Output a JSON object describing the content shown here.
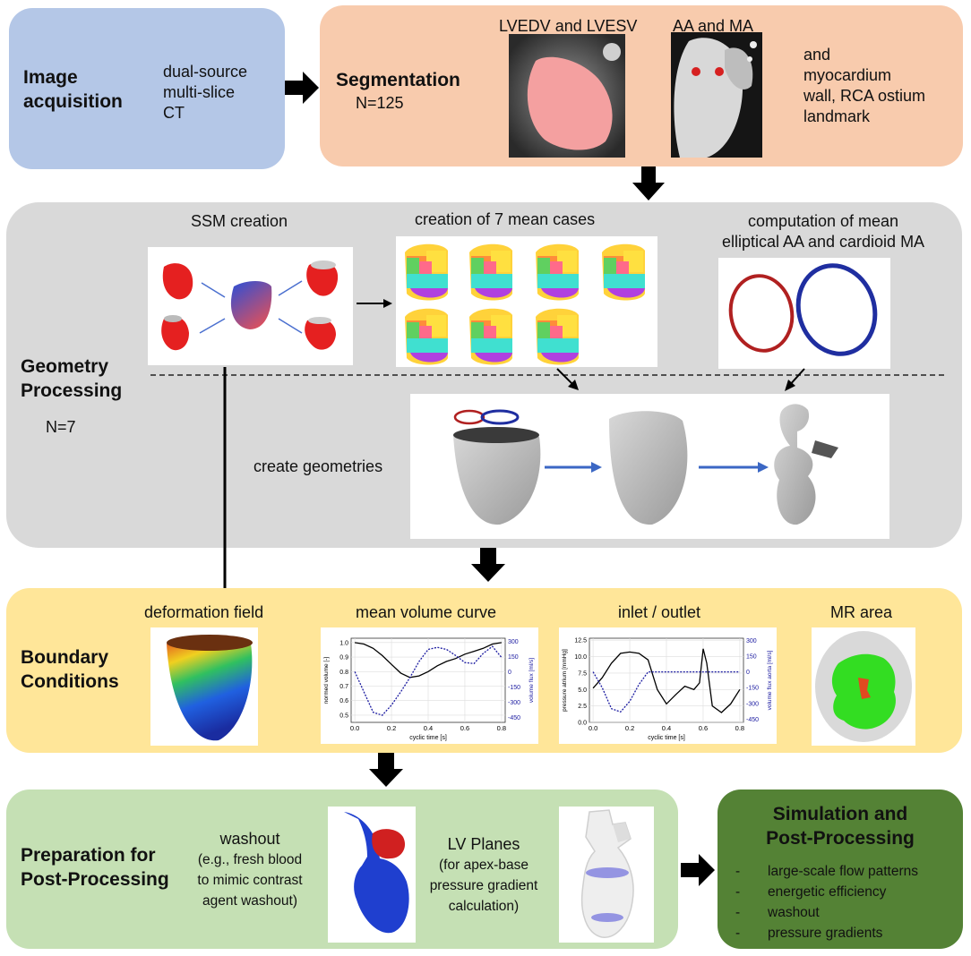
{
  "stage1": {
    "title_line1": "Image",
    "title_line2": "acquisition",
    "desc_line1": "dual-source",
    "desc_line2": "multi-slice",
    "desc_line3": "CT"
  },
  "stage2": {
    "title": "Segmentation",
    "count": "N=125",
    "img1_label": "LVEDV and LVESV",
    "img2_label": "AA and MA",
    "extra_line1": "and",
    "extra_line2": "myocardium",
    "extra_line3": "wall, RCA ostium",
    "extra_line4": "landmark"
  },
  "stage3": {
    "title_line1": "Geometry",
    "title_line2": "Processing",
    "count": "N=7",
    "ssm_label": "SSM creation",
    "mean_cases_label": "creation of 7 mean cases",
    "comp_label_line1": "computation of mean",
    "comp_label_line2": "elliptical AA and cardioid MA",
    "create_label": "create geometries"
  },
  "stage4": {
    "title_line1": "Boundary",
    "title_line2": "Conditions",
    "deform_label": "deformation field",
    "volume_label": "mean volume curve",
    "inlet_label": "inlet / outlet",
    "mr_label": "MR area"
  },
  "stage5": {
    "title_line1": "Preparation for",
    "title_line2": "Post-Processing",
    "washout_line1": "washout",
    "washout_line2": "(e.g., fresh blood",
    "washout_line3": "to mimic contrast",
    "washout_line4": "agent washout)",
    "planes_line1": "LV Planes",
    "planes_line2": "(for apex-base",
    "planes_line3": "pressure gradient",
    "planes_line4": "calculation)"
  },
  "stage6": {
    "title_line1": "Simulation and",
    "title_line2": "Post-Processing",
    "items": [
      "large-scale flow patterns",
      "energetic efficiency",
      "washout",
      "pressure gradients"
    ]
  },
  "colors": {
    "acq": "#b4c7e7",
    "seg": "#f8cbad",
    "geo": "#d9d9d9",
    "bc": "#ffe699",
    "prep": "#c5e0b4",
    "sim": "#548235"
  },
  "chart_data": [
    {
      "type": "line",
      "x": [
        0.0,
        0.05,
        0.1,
        0.15,
        0.2,
        0.25,
        0.3,
        0.35,
        0.4,
        0.45,
        0.5,
        0.55,
        0.6,
        0.65,
        0.7,
        0.75,
        0.8
      ],
      "series": [
        {
          "values": [
            1.0,
            0.99,
            0.96,
            0.91,
            0.85,
            0.79,
            0.76,
            0.77,
            0.8,
            0.84,
            0.87,
            0.89,
            0.92,
            0.94,
            0.96,
            0.99,
            1.0
          ],
          "axis": "left"
        },
        {
          "values": [
            0,
            -200,
            -400,
            -430,
            -330,
            -200,
            -60,
            100,
            220,
            240,
            220,
            160,
            90,
            80,
            180,
            250,
            140
          ],
          "axis": "right"
        }
      ],
      "xlabel": "cyclic time [s]",
      "ylabel": "normed volume [-]",
      "y2label": "volume flux [ml/s]",
      "xticks": [
        "0.0",
        "0.2",
        "0.4",
        "0.6",
        "0.8"
      ],
      "yticks": [
        "0.5",
        "0.6",
        "0.7",
        "0.8",
        "0.9",
        "1.0"
      ],
      "y2ticks": [
        "300",
        "150",
        "0",
        "-150",
        "-300",
        "-450"
      ],
      "xlim": [
        -0.02,
        0.82
      ],
      "ylim": [
        0.45,
        1.03
      ],
      "y2lim": [
        -500,
        330
      ],
      "grid": true
    },
    {
      "type": "line",
      "x": [
        0.0,
        0.05,
        0.1,
        0.15,
        0.2,
        0.25,
        0.3,
        0.35,
        0.4,
        0.45,
        0.5,
        0.55,
        0.58,
        0.6,
        0.62,
        0.65,
        0.7,
        0.75,
        0.8
      ],
      "series": [
        {
          "values": [
            5.2,
            6.8,
            9.0,
            10.5,
            10.7,
            10.5,
            9.5,
            5.0,
            2.8,
            4.2,
            5.5,
            5.0,
            6.0,
            11.2,
            9.0,
            2.5,
            1.5,
            2.8,
            5.0
          ],
          "axis": "left"
        },
        {
          "values": [
            0,
            -150,
            -350,
            -380,
            -280,
            -120,
            0,
            0,
            0,
            0,
            0,
            0,
            0,
            0,
            0,
            0,
            0,
            0,
            0
          ],
          "axis": "right"
        }
      ],
      "xlabel": "cyclic time [s]",
      "ylabel": "pressure atrium [mmHg]",
      "y2label": "volume flux aorta [ml/s]",
      "xticks": [
        "0.0",
        "0.2",
        "0.4",
        "0.6",
        "0.8"
      ],
      "yticks": [
        "0.0",
        "2.5",
        "5.0",
        "7.5",
        "10.0",
        "12.5"
      ],
      "y2ticks": [
        "300",
        "150",
        "0",
        "-150",
        "-300",
        "-450"
      ],
      "xlim": [
        -0.02,
        0.82
      ],
      "ylim": [
        0,
        12.8
      ],
      "y2lim": [
        -480,
        320
      ],
      "grid": true
    }
  ]
}
